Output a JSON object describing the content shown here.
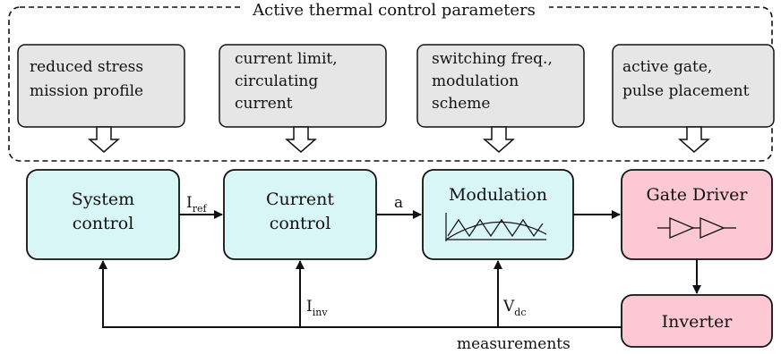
{
  "group_title": "Active thermal control parameters",
  "params": [
    {
      "lines": [
        "reduced stress",
        "mission profile"
      ]
    },
    {
      "lines": [
        "current limit,",
        "circulating",
        "current"
      ]
    },
    {
      "lines": [
        "switching freq.,",
        "modulation",
        "scheme"
      ]
    },
    {
      "lines": [
        "active gate,",
        "pulse placement"
      ]
    }
  ],
  "blocks": {
    "system_control": {
      "line1": "System",
      "line2": "control"
    },
    "current_control": {
      "line1": "Current",
      "line2": "control"
    },
    "modulation": {
      "label": "Modulation"
    },
    "gate_driver": {
      "label": "Gate Driver"
    },
    "inverter": {
      "label": "Inverter"
    }
  },
  "signals": {
    "i_ref": {
      "main": "I",
      "sub": "ref"
    },
    "a": {
      "main": "a"
    },
    "i_inv": {
      "main": "I",
      "sub": "inv"
    },
    "v_dc": {
      "main": "V",
      "sub": "dc"
    },
    "measurements": "measurements"
  },
  "colors": {
    "control_block_fill": "#d9f6f6",
    "power_block_fill": "#fbc8d4",
    "param_box_fill": "#e6e6e6",
    "line": "#111111"
  }
}
